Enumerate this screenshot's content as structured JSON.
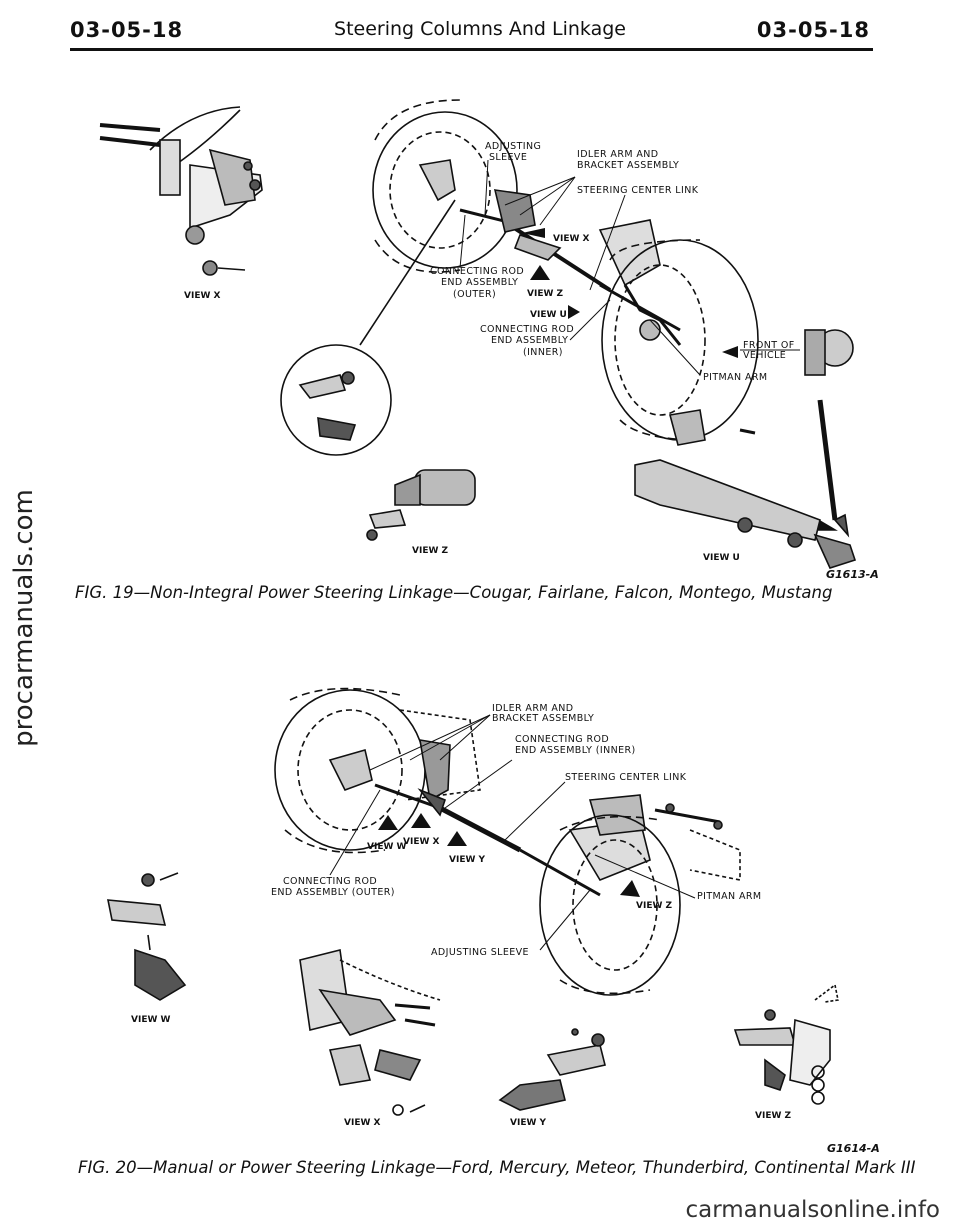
{
  "header": {
    "page_left": "03-05-18",
    "title": "Steering Columns And Linkage",
    "page_right": "03-05-18"
  },
  "side_watermark": "procarmanuals.com",
  "fig19": {
    "labels": {
      "adjusting_sleeve_1": "ADJUSTING",
      "adjusting_sleeve_2": "SLEEVE",
      "idler_1": "IDLER ARM AND",
      "idler_2": "BRACKET ASSEMBLY",
      "center_link": "STEERING CENTER LINK",
      "conn_outer_1": "CONNECTING ROD",
      "conn_outer_2": "END ASSEMBLY",
      "conn_outer_3": "(OUTER)",
      "conn_inner_1": "CONNECTING ROD",
      "conn_inner_2": "END ASSEMBLY",
      "conn_inner_3": "(INNER)",
      "front_1": "FRONT OF",
      "front_2": "VEHICLE",
      "pitman": "PITMAN ARM"
    },
    "views": {
      "view_x_arrow": "VIEW X",
      "view_z_arrow": "VIEW Z",
      "view_u_arrow": "VIEW U",
      "view_x": "VIEW X",
      "view_z": "VIEW Z",
      "view_u": "VIEW U"
    },
    "code": "G1613-A",
    "caption_fig": "FIG. 19",
    "caption_text": "—Non-Integral Power Steering Linkage—Cougar, Fairlane, Falcon, Montego, Mustang"
  },
  "fig20": {
    "labels": {
      "idler_1": "IDLER ARM AND",
      "idler_2": "BRACKET ASSEMBLY",
      "conn_inner_1": "CONNECTING ROD",
      "conn_inner_2": "END ASSEMBLY (INNER)",
      "center_link": "STEERING CENTER LINK",
      "conn_outer_1": "CONNECTING ROD",
      "conn_outer_2": "END ASSEMBLY (OUTER)",
      "pitman": "PITMAN ARM",
      "adjusting_sleeve": "ADJUSTING SLEEVE"
    },
    "views": {
      "view_w_arrow": "VIEW W",
      "view_x_arrow": "VIEW X",
      "view_y_arrow": "VIEW Y",
      "view_z_arrow": "VIEW Z",
      "view_w": "VIEW W",
      "view_x": "VIEW X",
      "view_y": "VIEW Y",
      "view_z": "VIEW Z"
    },
    "code": "G1614-A",
    "caption_fig": "FIG. 20",
    "caption_text": "—Manual or Power Steering Linkage—Ford, Mercury, Meteor, Thunderbird, Continental Mark III"
  },
  "footer": "carmanualsonline.info"
}
